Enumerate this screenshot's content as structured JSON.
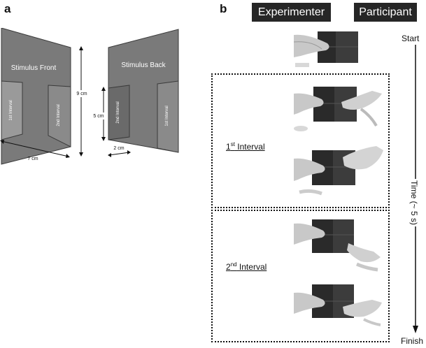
{
  "panel_a": {
    "letter": "a",
    "front_title": "Stimulus Front",
    "back_title": "Stimulus Back",
    "front_pad_left": "1st Interval",
    "front_pad_right": "2nd Interval",
    "back_pad_left": "2nd Interval",
    "back_pad_right": "1st Interval",
    "dim_height": "9 cm",
    "dim_pad": "5 cm",
    "dim_width": "7 cm",
    "dim_pad_width": "2 cm"
  },
  "panel_b": {
    "letter": "b",
    "experimenter": "Experimenter",
    "participant": "Participant",
    "start": "Start",
    "finish": "Finish",
    "time_axis": "Time (~ 5 s)",
    "interval1": {
      "num": "1",
      "sup": "st",
      "word": " Interval"
    },
    "interval2": {
      "num": "2",
      "sup": "nd",
      "word": " Interval"
    }
  }
}
